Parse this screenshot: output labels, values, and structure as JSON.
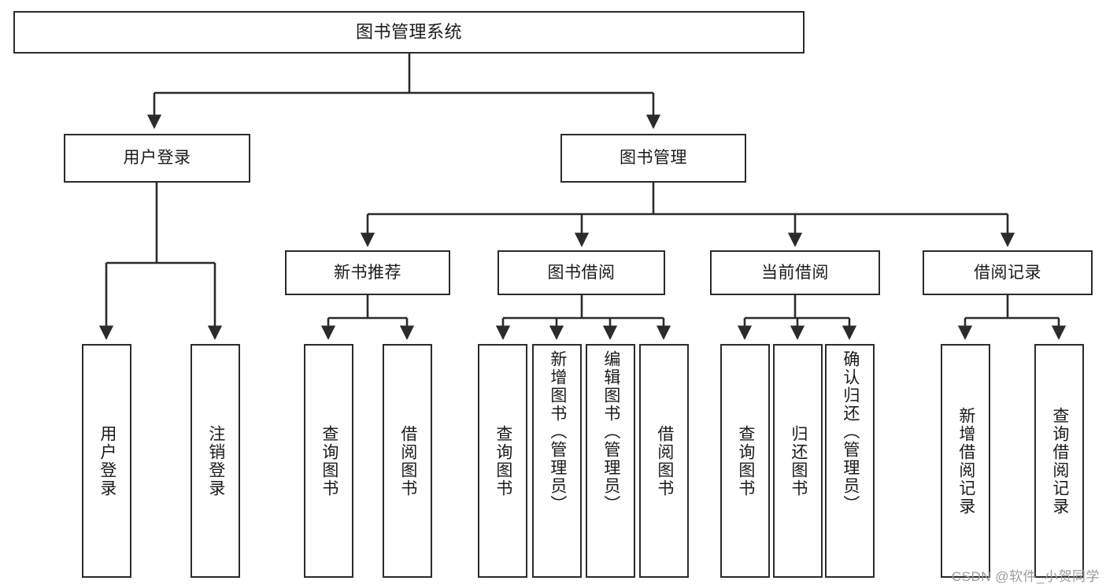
{
  "diagram": {
    "type": "tree-hierarchy",
    "title": "图书管理系统",
    "root": {
      "id": "root",
      "label": "图书管理系统"
    },
    "level2": [
      {
        "id": "user-login",
        "label": "用户登录"
      },
      {
        "id": "book-manage",
        "label": "图书管理"
      }
    ],
    "level3": [
      {
        "id": "new-book-rec",
        "label": "新书推荐",
        "parent": "book-manage"
      },
      {
        "id": "book-borrow",
        "label": "图书借阅",
        "parent": "book-manage"
      },
      {
        "id": "current-borrow",
        "label": "当前借阅",
        "parent": "book-manage"
      },
      {
        "id": "borrow-record",
        "label": "借阅记录",
        "parent": "book-manage"
      }
    ],
    "leaves": {
      "user-login": [
        {
          "id": "leaf-user-login",
          "label": "用户登录"
        },
        {
          "id": "leaf-logout",
          "label": "注销登录"
        }
      ],
      "new-book-rec": [
        {
          "id": "leaf-query-book-1",
          "label": "查询图书"
        },
        {
          "id": "leaf-borrow-book-1",
          "label": "借阅图书"
        }
      ],
      "book-borrow": [
        {
          "id": "leaf-query-book-2",
          "label": "查询图书"
        },
        {
          "id": "leaf-add-book",
          "label": "新增图书（管理员）"
        },
        {
          "id": "leaf-edit-book",
          "label": "编辑图书（管理员）"
        },
        {
          "id": "leaf-borrow-book-2",
          "label": "借阅图书"
        }
      ],
      "current-borrow": [
        {
          "id": "leaf-query-book-3",
          "label": "查询图书"
        },
        {
          "id": "leaf-return-book",
          "label": "归还图书"
        },
        {
          "id": "leaf-confirm-return",
          "label": "确认归还（管理员）"
        }
      ],
      "borrow-record": [
        {
          "id": "leaf-add-record",
          "label": "新增借阅记录"
        },
        {
          "id": "leaf-query-record",
          "label": "查询借阅记录"
        }
      ]
    },
    "watermark": "CSDN @软件_小贺同学",
    "colors": {
      "stroke": "#2b2b2b",
      "fill": "#ffffff",
      "text": "#1a1a1a",
      "watermark": "#9b9b9b"
    }
  }
}
